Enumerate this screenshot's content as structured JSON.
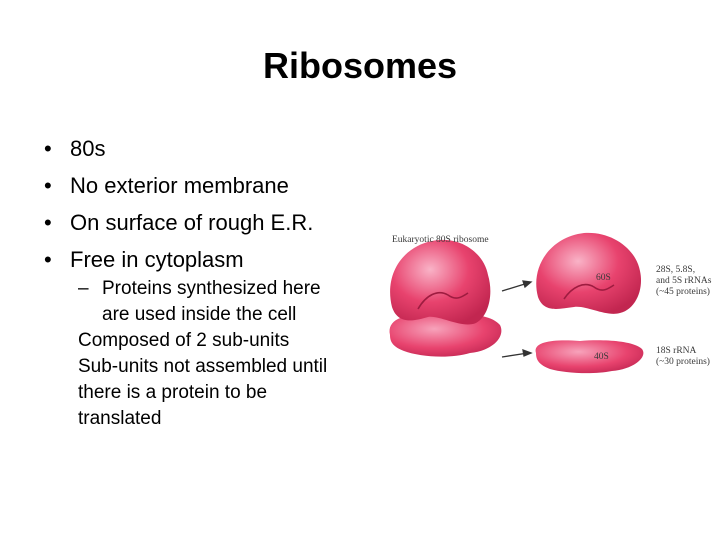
{
  "slide": {
    "title": "Ribosomes",
    "bullets": [
      "80s",
      "No exterior membrane",
      "On surface of rough E.R.",
      "Free in cytoplasm"
    ],
    "sub_dash": "–",
    "sub_bullet": "Proteins synthesized here are used inside the cell",
    "plain_lines": [
      "Composed of 2 sub-units",
      "Sub-units not assembled until there is a protein to be translated"
    ]
  },
  "figure": {
    "caption": "Eukaryotic 80S ribosome",
    "large_label": "60S",
    "small_label": "40S",
    "large_desc": [
      "28S, 5.8S,",
      "and 5S rRNAs",
      "(~45 proteins)"
    ],
    "small_desc": [
      "18S rRNA",
      "(~30 proteins)"
    ],
    "colors": {
      "ribosome": "#e8436e",
      "highlight": "#f7a3bb",
      "shadow": "#c22650",
      "arrow": "#333333"
    }
  }
}
